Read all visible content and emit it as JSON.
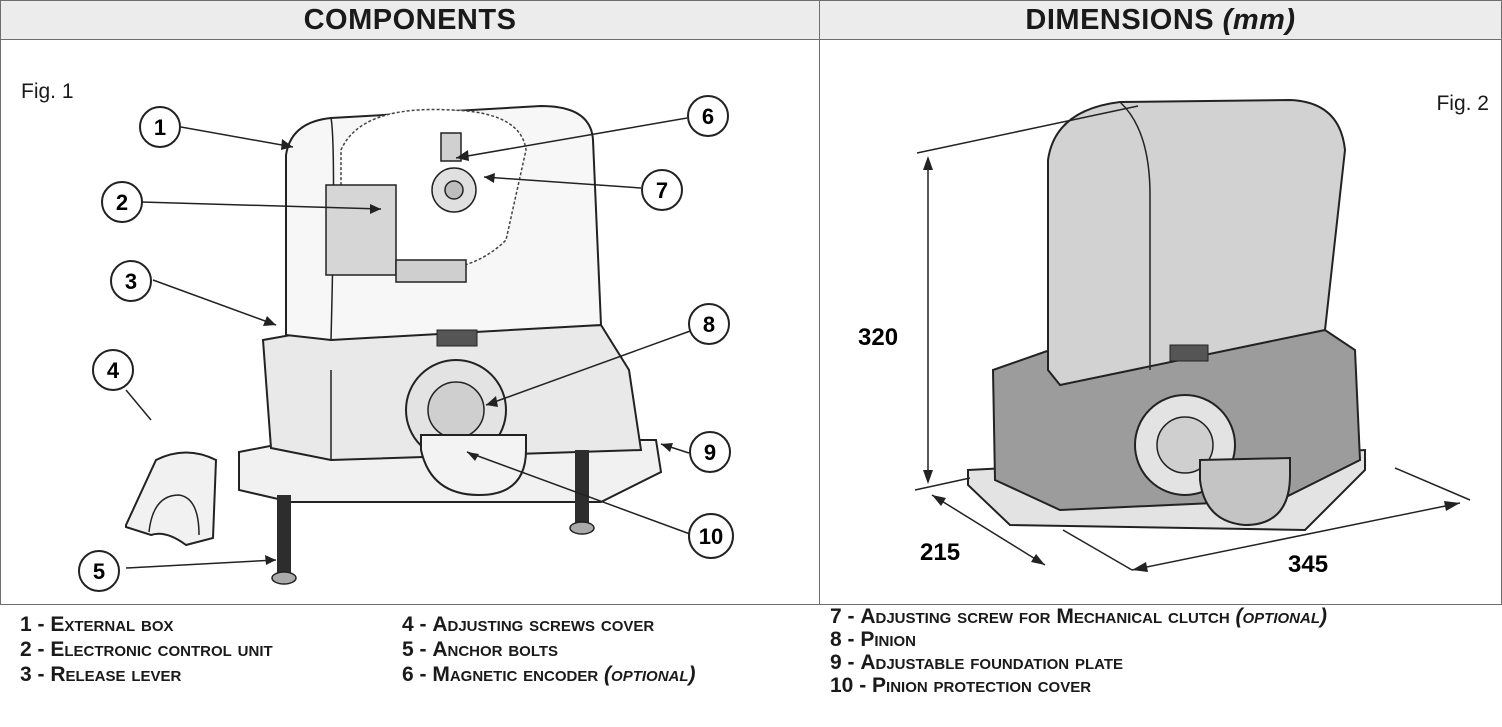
{
  "headers": {
    "components": "COMPONENTS",
    "dimensions_main": "DIMENSIONS",
    "dimensions_unit": "(mm)"
  },
  "figures": {
    "fig1": "Fig. 1",
    "fig2": "Fig. 2"
  },
  "callouts": [
    "1",
    "2",
    "3",
    "4",
    "5",
    "6",
    "7",
    "8",
    "9",
    "10"
  ],
  "dimensions": {
    "height": "320",
    "depth": "215",
    "width": "345"
  },
  "legend": {
    "col1": [
      {
        "num": "1 - ",
        "text": "External box"
      },
      {
        "num": "2 - ",
        "text": "Electronic control unit"
      },
      {
        "num": "3 - ",
        "text": "Release lever"
      }
    ],
    "col2": [
      {
        "num": "4 - ",
        "text": "Adjusting screws cover"
      },
      {
        "num": "5 - ",
        "text": "Anchor bolts"
      },
      {
        "num": "6 - ",
        "text": "Magnetic encoder",
        "optional": "(optional)"
      }
    ],
    "col3": [
      {
        "num": "7 - ",
        "text": "Adjusting screw for Mechanical clutch",
        "optional": "(optional)"
      },
      {
        "num": "8 - ",
        "text": "Pinion"
      },
      {
        "num": "9 - ",
        "text": "Adjustable foundation plate"
      },
      {
        "num": "10 - ",
        "text": "Pinion protection cover"
      }
    ]
  },
  "colors": {
    "header_bg": "#ececec",
    "border": "#6e6e6e",
    "housing": "#cfcfcf",
    "base": "#9a9a9a"
  }
}
